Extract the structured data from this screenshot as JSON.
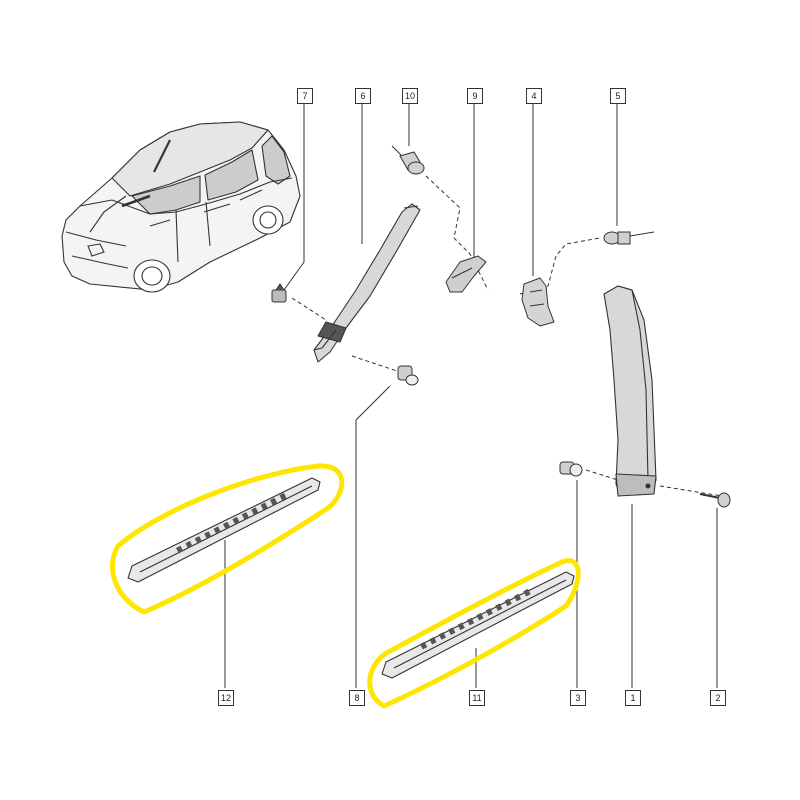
{
  "callouts": [
    "7",
    "6",
    "10",
    "9",
    "4",
    "5",
    "12",
    "8",
    "11",
    "3",
    "1",
    "2"
  ],
  "colors": {
    "highlight": "#ffe600",
    "line": "#333333",
    "part_fill": "#d8d8d8",
    "part_dark": "#555555"
  }
}
